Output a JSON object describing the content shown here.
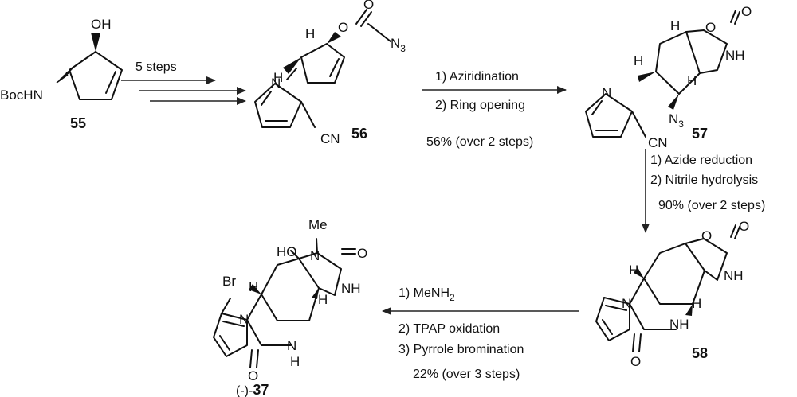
{
  "compounds": {
    "c55": "55",
    "c56": "56",
    "c57": "57",
    "c58": "58",
    "c37_prefix": "(-)-",
    "c37_num": "37"
  },
  "atoms": {
    "oh": "OH",
    "bochn": "BocHN",
    "h": "H",
    "n": "N",
    "o": "O",
    "cn": "CN",
    "n3_main": "N",
    "n3_sub": "3",
    "nh": "NH",
    "ho": "HO",
    "me": "Me",
    "br": "Br"
  },
  "steps": {
    "step1": "5 steps",
    "step2_a": "1) Aziridination",
    "step2_b": "2) Ring opening",
    "step2_yield": "56% (over 2 steps)",
    "step3_a": "1) Azide reduction",
    "step3_b": "2) Nitrile hydrolysis",
    "step3_yield": "90% (over 2 steps)",
    "step4_a_main": "1) MeNH",
    "step4_a_sub": "2",
    "step4_b": "2) TPAP oxidation",
    "step4_c": "3) Pyrrole bromination",
    "step4_yield": "22% (over 3 steps)"
  }
}
